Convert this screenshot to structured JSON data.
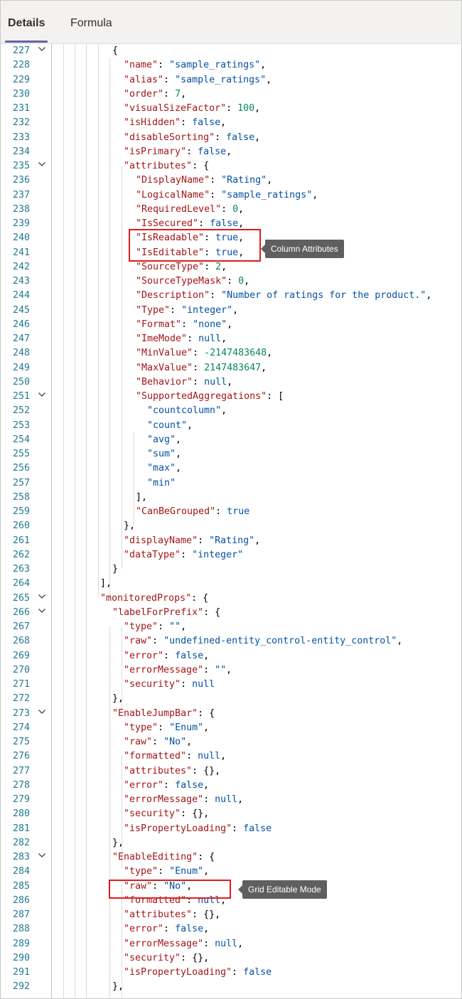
{
  "tabs": [
    {
      "label": "Details",
      "active": true
    },
    {
      "label": "Formula",
      "active": false
    }
  ],
  "code_lines": [
    {
      "n": "227",
      "fold": true,
      "code": "{"
    },
    {
      "n": "228",
      "fold": false,
      "code": "\"name\": \"sample_ratings\","
    },
    {
      "n": "229",
      "fold": false,
      "code": "\"alias\": \"sample_ratings\","
    },
    {
      "n": "230",
      "fold": false,
      "code": "\"order\": 7,"
    },
    {
      "n": "231",
      "fold": false,
      "code": "\"visualSizeFactor\": 100,"
    },
    {
      "n": "232",
      "fold": false,
      "code": "\"isHidden\": false,"
    },
    {
      "n": "233",
      "fold": false,
      "code": "\"disableSorting\": false,"
    },
    {
      "n": "234",
      "fold": false,
      "code": "\"isPrimary\": false,"
    },
    {
      "n": "235",
      "fold": true,
      "code": "\"attributes\": {"
    },
    {
      "n": "236",
      "fold": false,
      "code": "\"DisplayName\": \"Rating\","
    },
    {
      "n": "237",
      "fold": false,
      "code": "\"LogicalName\": \"sample_ratings\","
    },
    {
      "n": "238",
      "fold": false,
      "code": "\"RequiredLevel\": 0,"
    },
    {
      "n": "239",
      "fold": false,
      "code": "\"IsSecured\": false,"
    },
    {
      "n": "240",
      "fold": false,
      "code": "\"IsReadable\": true,"
    },
    {
      "n": "241",
      "fold": false,
      "code": "\"IsEditable\": true,"
    },
    {
      "n": "242",
      "fold": false,
      "code": "\"SourceType\": 2,"
    },
    {
      "n": "243",
      "fold": false,
      "code": "\"SourceTypeMask\": 0,"
    },
    {
      "n": "244",
      "fold": false,
      "code": "\"Description\": \"Number of ratings for the product.\","
    },
    {
      "n": "245",
      "fold": false,
      "code": "\"Type\": \"integer\","
    },
    {
      "n": "246",
      "fold": false,
      "code": "\"Format\": \"none\","
    },
    {
      "n": "247",
      "fold": false,
      "code": "\"ImeMode\": null,"
    },
    {
      "n": "248",
      "fold": false,
      "code": "\"MinValue\": -2147483648,"
    },
    {
      "n": "249",
      "fold": false,
      "code": "\"MaxValue\": 2147483647,"
    },
    {
      "n": "250",
      "fold": false,
      "code": "\"Behavior\": null,"
    },
    {
      "n": "251",
      "fold": true,
      "code": "\"SupportedAggregations\": ["
    },
    {
      "n": "252",
      "fold": false,
      "code": "\"countcolumn\","
    },
    {
      "n": "253",
      "fold": false,
      "code": "\"count\","
    },
    {
      "n": "254",
      "fold": false,
      "code": "\"avg\","
    },
    {
      "n": "255",
      "fold": false,
      "code": "\"sum\","
    },
    {
      "n": "256",
      "fold": false,
      "code": "\"max\","
    },
    {
      "n": "257",
      "fold": false,
      "code": "\"min\""
    },
    {
      "n": "258",
      "fold": false,
      "code": "],"
    },
    {
      "n": "259",
      "fold": false,
      "code": "\"CanBeGrouped\": true"
    },
    {
      "n": "260",
      "fold": false,
      "code": "},"
    },
    {
      "n": "261",
      "fold": false,
      "code": "\"displayName\": \"Rating\","
    },
    {
      "n": "262",
      "fold": false,
      "code": "\"dataType\": \"integer\""
    },
    {
      "n": "263",
      "fold": false,
      "code": "}"
    },
    {
      "n": "264",
      "fold": false,
      "code": "],"
    },
    {
      "n": "265",
      "fold": true,
      "code": "\"monitoredProps\": {"
    },
    {
      "n": "266",
      "fold": true,
      "code": "\"labelForPrefix\": {"
    },
    {
      "n": "267",
      "fold": false,
      "code": "\"type\": \"\","
    },
    {
      "n": "268",
      "fold": false,
      "code": "\"raw\": \"undefined-entity_control-entity_control\","
    },
    {
      "n": "269",
      "fold": false,
      "code": "\"error\": false,"
    },
    {
      "n": "270",
      "fold": false,
      "code": "\"errorMessage\": \"\","
    },
    {
      "n": "271",
      "fold": false,
      "code": "\"security\": null"
    },
    {
      "n": "272",
      "fold": false,
      "code": "},"
    },
    {
      "n": "273",
      "fold": true,
      "code": "\"EnableJumpBar\": {"
    },
    {
      "n": "274",
      "fold": false,
      "code": "\"type\": \"Enum\","
    },
    {
      "n": "275",
      "fold": false,
      "code": "\"raw\": \"No\","
    },
    {
      "n": "276",
      "fold": false,
      "code": "\"formatted\": null,"
    },
    {
      "n": "277",
      "fold": false,
      "code": "\"attributes\": {},"
    },
    {
      "n": "278",
      "fold": false,
      "code": "\"error\": false,"
    },
    {
      "n": "279",
      "fold": false,
      "code": "\"errorMessage\": null,"
    },
    {
      "n": "280",
      "fold": false,
      "code": "\"security\": {},"
    },
    {
      "n": "281",
      "fold": false,
      "code": "\"isPropertyLoading\": false"
    },
    {
      "n": "282",
      "fold": false,
      "code": "},"
    },
    {
      "n": "283",
      "fold": true,
      "code": "\"EnableEditing\": {"
    },
    {
      "n": "284",
      "fold": false,
      "code": "\"type\": \"Enum\","
    },
    {
      "n": "285",
      "fold": false,
      "code": "\"raw\": \"No\","
    },
    {
      "n": "286",
      "fold": false,
      "code": "\"formatted\": null,"
    },
    {
      "n": "287",
      "fold": false,
      "code": "\"attributes\": {},"
    },
    {
      "n": "288",
      "fold": false,
      "code": "\"error\": false,"
    },
    {
      "n": "289",
      "fold": false,
      "code": "\"errorMessage\": null,"
    },
    {
      "n": "290",
      "fold": false,
      "code": "\"security\": {},"
    },
    {
      "n": "291",
      "fold": false,
      "code": "\"isPropertyLoading\": false"
    },
    {
      "n": "292",
      "fold": false,
      "code": "},"
    }
  ],
  "callouts": [
    {
      "label": "Column Attributes"
    },
    {
      "label": "Grid Editable Mode"
    }
  ],
  "colors": {
    "line_number": "#237893",
    "json_key": "#a31515",
    "json_string": "#0451a5",
    "json_number": "#098658",
    "highlight_border": "#e01b1b",
    "tooltip_bg": "#5f5f5f",
    "active_tab_underline": "#6264a7"
  }
}
